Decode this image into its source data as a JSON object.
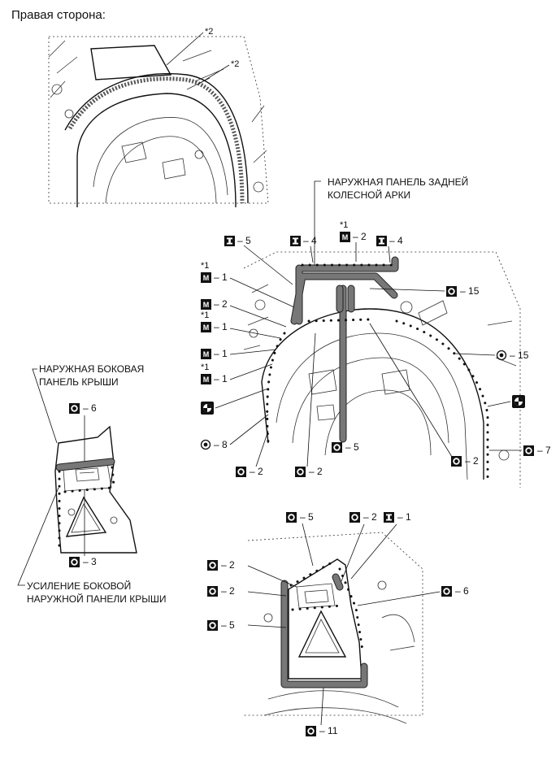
{
  "heading": "Правая сторона:",
  "top_view": {
    "callouts": [
      "*2",
      "*2"
    ]
  },
  "main_view": {
    "title_line1": "НАРУЖНАЯ ПАНЕЛЬ ЗАДНЕЙ",
    "title_line2": "КОЛЕСНОЙ АРКИ",
    "callouts": [
      {
        "sym": "I",
        "sep": "–",
        "n": "5"
      },
      {
        "sym": "I",
        "sep": "–",
        "n": "4"
      },
      {
        "ast": "*1",
        "sym": "M",
        "sep": "–",
        "n": "2"
      },
      {
        "sym": "I",
        "sep": "–",
        "n": "4"
      },
      {
        "ast": "*1",
        "sym": "M",
        "sep": "–",
        "n": "1"
      },
      {
        "sym": "M",
        "sep": "–",
        "n": "2"
      },
      {
        "ast": "*1",
        "sym": "M",
        "sep": "–",
        "n": "1"
      },
      {
        "sym": "M",
        "sep": "–",
        "n": "1"
      },
      {
        "ast": "*1",
        "sym": "M",
        "sep": "–",
        "n": "1"
      },
      {
        "sym": "O",
        "sep": "–",
        "n": "15"
      },
      {
        "sym": "O",
        "sep": "–",
        "n": "15"
      },
      {
        "sym": "O",
        "sep": "–",
        "n": "8"
      },
      {
        "sym": "O",
        "sep": "–",
        "n": "2"
      },
      {
        "sym": "O",
        "sep": "–",
        "n": "2"
      },
      {
        "sym": "O",
        "sep": "–",
        "n": "5"
      },
      {
        "sym": "O",
        "sep": "–",
        "n": "2"
      },
      {
        "sym": "O",
        "sep": "–",
        "n": "7"
      }
    ]
  },
  "left_view": {
    "title_line1": "НАРУЖНАЯ БОКОВАЯ",
    "title_line2": "ПАНЕЛЬ КРЫШИ",
    "bottom_line1": "УСИЛЕНИЕ БОКОВОЙ",
    "bottom_line2": "НАРУЖНОЙ ПАНЕЛИ КРЫШИ",
    "callouts": [
      {
        "sym": "O",
        "sep": "–",
        "n": "6"
      },
      {
        "sym": "O",
        "sep": "–",
        "n": "3"
      }
    ]
  },
  "bottom_view": {
    "callouts": [
      {
        "sym": "O",
        "sep": "–",
        "n": "5"
      },
      {
        "sym": "O",
        "sep": "–",
        "n": "2"
      },
      {
        "sym": "I",
        "sep": "–",
        "n": "1"
      },
      {
        "sym": "O",
        "sep": "–",
        "n": "2"
      },
      {
        "sym": "O",
        "sep": "–",
        "n": "2"
      },
      {
        "sym": "O",
        "sep": "–",
        "n": "6"
      },
      {
        "sym": "O",
        "sep": "–",
        "n": "5"
      },
      {
        "sym": "O",
        "sep": "–",
        "n": "11"
      }
    ]
  }
}
